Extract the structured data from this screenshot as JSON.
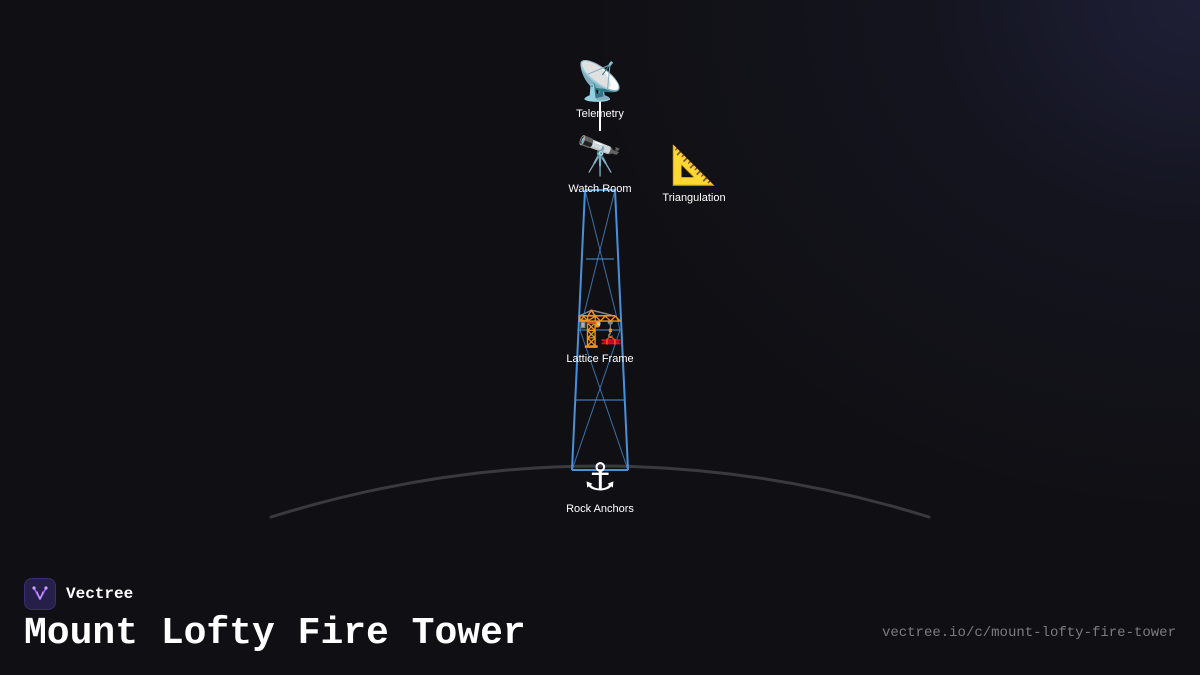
{
  "brand": {
    "name": "Vectree",
    "logo_icon": "vectree-logo-icon",
    "accent": "#a259ff"
  },
  "title": "Mount Lofty Fire Tower",
  "url": "vectree.io/c/mount-lofty-fire-tower",
  "diagram": {
    "nodes": [
      {
        "id": "telemetry",
        "label": "Telemetry",
        "icon": "satellite-dish-icon",
        "glyph": "📡"
      },
      {
        "id": "watch-room",
        "label": "Watch Room",
        "icon": "telescope-icon",
        "glyph": "🔭"
      },
      {
        "id": "triangulation",
        "label": "Triangulation",
        "icon": "triangular-ruler-icon",
        "glyph": "📐"
      },
      {
        "id": "lattice-frame",
        "label": "Lattice Frame",
        "icon": "construction-crane-icon",
        "glyph": "🏗️"
      },
      {
        "id": "rock-anchors",
        "label": "Rock Anchors",
        "icon": "anchor-icon",
        "glyph": "⚓"
      }
    ],
    "colors": {
      "tower": "#4a90d9",
      "ground": "#3a3a3e",
      "connector": "#ffffff"
    }
  }
}
